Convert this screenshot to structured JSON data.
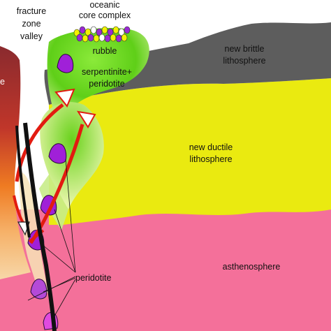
{
  "labels": {
    "fracture_zone_valley": [
      "fracture",
      "zone",
      "valley"
    ],
    "oceanic_core_complex": [
      "oceanic",
      "core complex"
    ],
    "rubble": "rubble",
    "serpentinite_peridotite": [
      "serpentinite+",
      "peridotite"
    ],
    "new_brittle_lithosphere": [
      "new brittle",
      "lithosphere"
    ],
    "new_ductile_lithosphere": [
      "new ductile",
      "lithosphere"
    ],
    "asthenosphere": "asthenosphere",
    "peridotite": "peridotite",
    "left_edge_fragment": "e"
  },
  "colors": {
    "asthenosphere": "#f4709a",
    "ductile_lithosphere": "#eaea10",
    "brittle_lithosphere": "#5d5d5d",
    "serpentinite_body": "#6ad21c",
    "peridotite_blob": "#a020d8",
    "flow_arrow": "#e21b10",
    "fault_line": "#111111"
  }
}
